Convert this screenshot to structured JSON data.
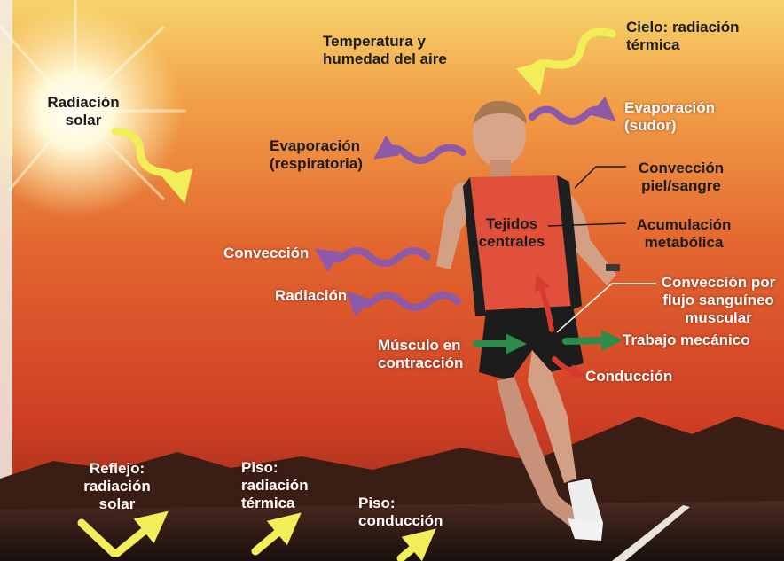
{
  "colors": {
    "sky_top": "#f6d36a",
    "sky_mid": "#ef8a3a",
    "sky_low": "#d4442a",
    "ground": "#2a1a14",
    "arrow_yellow": "#f2ee5a",
    "arrow_purple": "#8e5aa8",
    "arrow_green": "#2e8b4a",
    "arrow_red": "#d83a30",
    "label_dark": "#1c1c1c",
    "label_light": "#ffffff"
  },
  "labels": {
    "cielo": [
      "Cielo: radiación",
      "térmica"
    ],
    "temperatura": [
      "Temperatura y",
      "humedad del aire"
    ],
    "radiacion_solar": [
      "Radiación",
      "solar"
    ],
    "evap_sudor": [
      "Evaporación",
      "(sudor)"
    ],
    "evap_resp": [
      "Evaporación",
      "(respiratoria)"
    ],
    "conv_piel": [
      "Convección",
      "piel/sangre"
    ],
    "tejidos": [
      "Tejidos",
      "centrales"
    ],
    "acumulacion": [
      "Acumulación",
      "metabólica"
    ],
    "conveccion": "Convección",
    "radiacion": "Radiación",
    "conv_flujo": [
      "Convección por",
      "flujo sanguíneo",
      "muscular"
    ],
    "musculo": [
      "Músculo en",
      "contracción"
    ],
    "trabajo": "Trabajo mecánico",
    "conduccion": "Conducción",
    "reflejo": [
      "Reflejo:",
      "radiación",
      "solar"
    ],
    "piso_rad": [
      "Piso:",
      "radiación",
      "térmica"
    ],
    "piso_cond": [
      "Piso:",
      "conducción"
    ]
  }
}
